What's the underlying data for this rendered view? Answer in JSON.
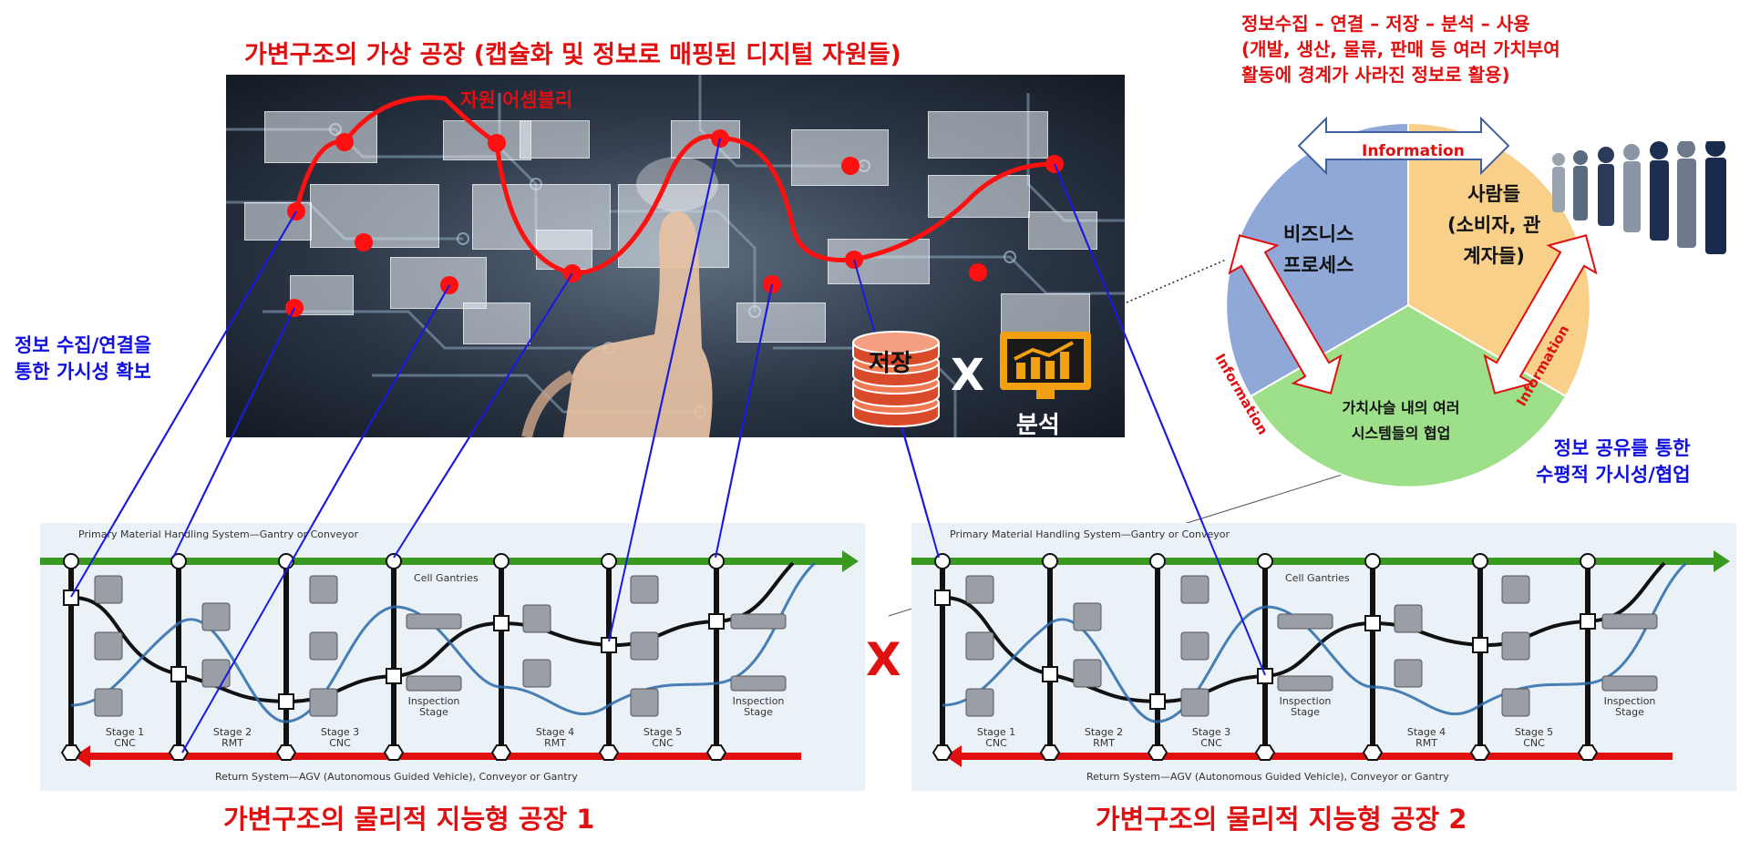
{
  "virtual": {
    "title": "가변구조의 가상 공장 (캡슐화 및 정보로 매핑된 디지털 자원들)",
    "assembly_label": "자원 어셈블리",
    "storage_label": "저장",
    "times": "X",
    "analysis_label": "분석"
  },
  "left_note": {
    "line1": "정보 수집/연결을",
    "line2": "통한 가시성 확보"
  },
  "top_right_note": {
    "line1": "정보수집 – 연결 – 저장 – 분석 – 사용",
    "line2": "(개발, 생산, 물류, 판매 등 여러 가치부여",
    "line3": "활동에 경계가 사라진 정보로 활용)"
  },
  "circle": {
    "business": {
      "line1": "비즈니스",
      "line2": "프로세스"
    },
    "people": {
      "line1": "사람들",
      "line2": "(소비자, 관",
      "line3": "계자들)"
    },
    "collab": {
      "line1": "가치사슬 내의 여러",
      "line2": "시스템들의 협업"
    },
    "arrow_label": "Information"
  },
  "right_note": {
    "line1": "정보 공유를 통한",
    "line2": "수평적 가시성/협업"
  },
  "factory": {
    "top_rail": "Primary Material Handling System—Gantry or Conveyor",
    "bottom_rail": "Return System—AGV (Autonomous Guided Vehicle), Conveyor or Gantry",
    "gantries": "Cell Gantries",
    "stages": [
      {
        "name": "Stage 1",
        "type": "CNC"
      },
      {
        "name": "Stage 2",
        "type": "RMT"
      },
      {
        "name": "Stage 3",
        "type": "CNC"
      },
      {
        "name": "Inspection",
        "type": "Stage"
      },
      {
        "name": "Stage 4",
        "type": "RMT"
      },
      {
        "name": "Stage 5",
        "type": "CNC"
      },
      {
        "name": "Inspection",
        "type": "Stage"
      }
    ]
  },
  "middle_x": "X",
  "factory1_title": "가변구조의 물리적 지능형 공장 1",
  "factory2_title": "가변구조의 물리적 지능형 공장 2",
  "colors": {
    "title_red": "#e01010",
    "note_blue": "#1010e0",
    "rail_green": "#3a9a20",
    "rail_red": "#e01010"
  }
}
